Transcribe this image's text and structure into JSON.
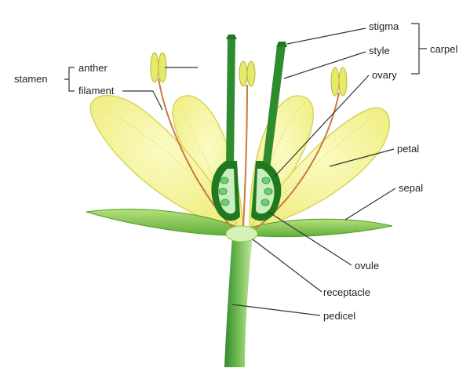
{
  "labels": {
    "stamen": "stamen",
    "anther": "anther",
    "filament": "filament",
    "stigma": "stigma",
    "style": "style",
    "ovary": "ovary",
    "carpel": "carpel",
    "petal": "petal",
    "sepal": "sepal",
    "ovule": "ovule",
    "receptacle": "receptacle",
    "pedicel": "pedicel"
  },
  "colors": {
    "petal_fill": "#f4f39a",
    "petal_edge": "#d9d45a",
    "sepal_fill": "#8ccc4e",
    "stem_dark": "#2e8b2e",
    "stem_light": "#c8e8a6",
    "anther": "#e6ea6a",
    "filament": "#c97a3e",
    "carpel_dark": "#1f7a1f",
    "ovule": "#6fcf6f",
    "line": "#333333"
  }
}
